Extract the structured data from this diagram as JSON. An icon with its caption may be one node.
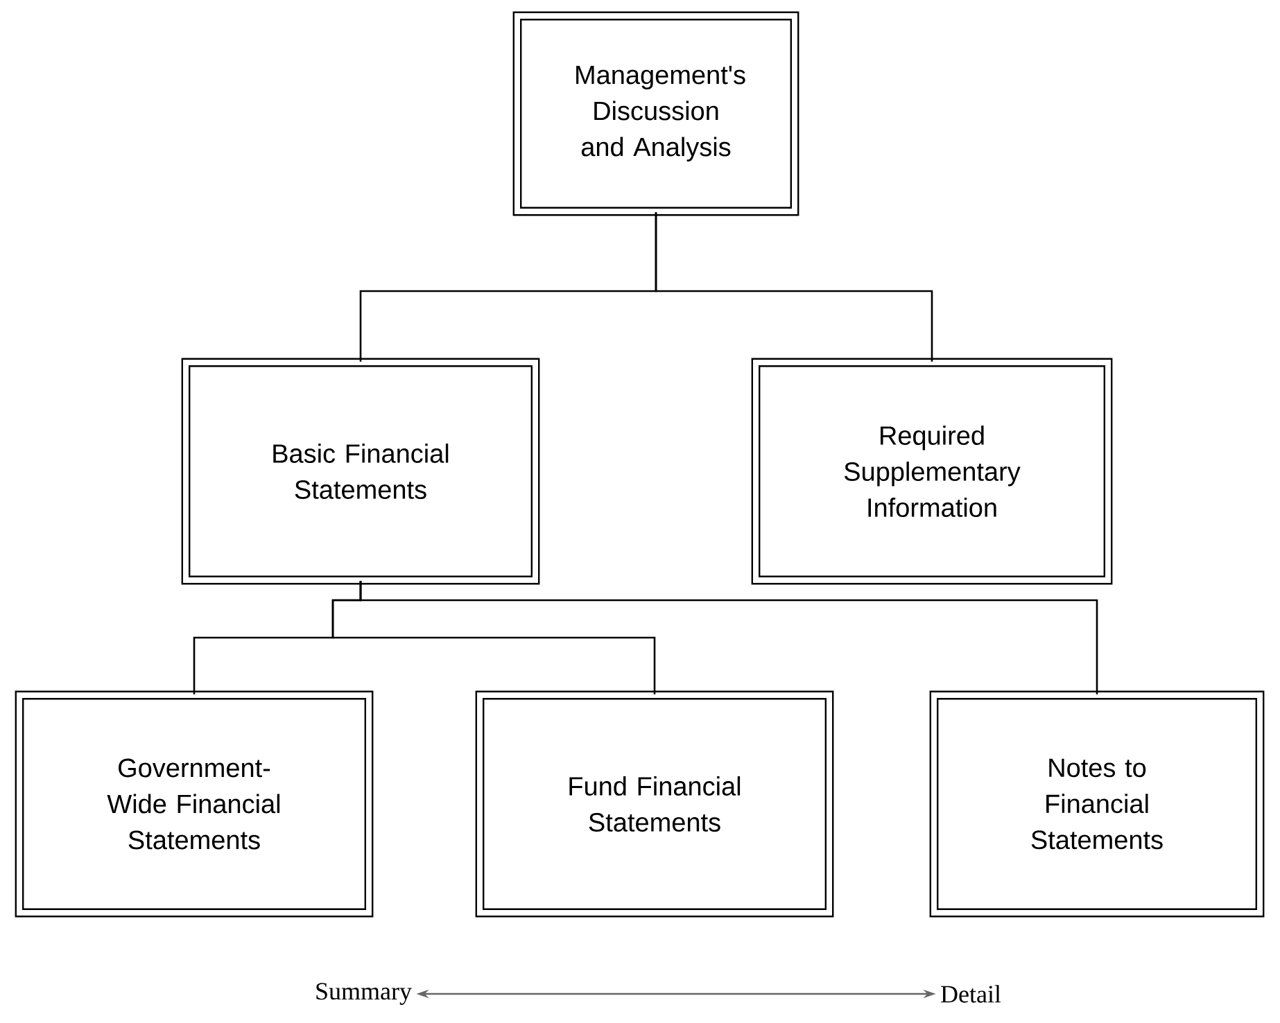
{
  "diagram": {
    "nodes": [
      {
        "text": [
          "Management's Discussion and Analysis"
        ]
      },
      {
        "text": [
          "Basic Financial Statements"
        ]
      },
      {
        "text": [
          "Required Supplementary Information"
        ]
      },
      {
        "text": [
          "Government-Wide Financial Statements"
        ]
      },
      {
        "text": [
          "Fund Financial Statements"
        ]
      },
      {
        "text": [
          "Notes to Financial Statements"
        ]
      },
      {
        "text": [
          "Summary"
        ]
      },
      {
        "text": [
          "Detail"
        ]
      }
    ],
    "edges": [
      {
        "from": 0,
        "to": 1,
        "arrow": "none"
      },
      {
        "from": 0,
        "to": 2,
        "arrow": "none"
      },
      {
        "from": 1,
        "to": 3,
        "arrow": "none"
      },
      {
        "from": 1,
        "to": 4,
        "arrow": "none"
      },
      {
        "from": 1,
        "to": 5,
        "arrow": "none"
      },
      {
        "from": 6,
        "to": 7,
        "arrow": "both",
        "color": "#666666"
      }
    ]
  }
}
